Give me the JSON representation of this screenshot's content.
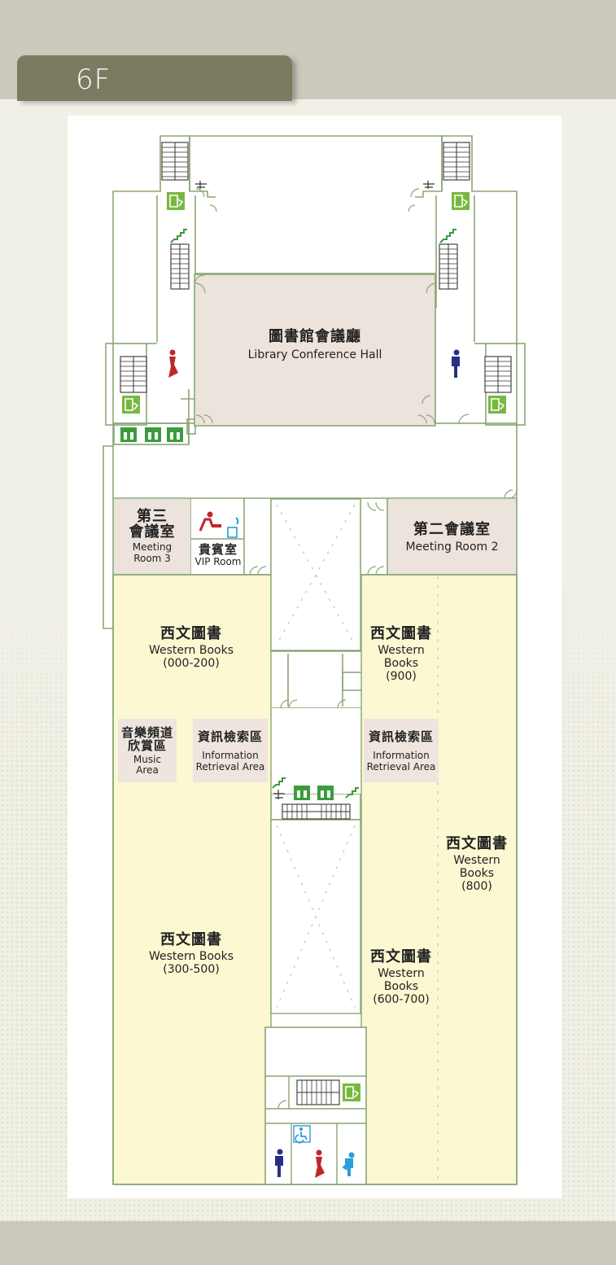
{
  "floor": "6F",
  "colors": {
    "wall": "#8ba676",
    "hall": "#ece3dd",
    "books": "#fbf8d2",
    "area_box": "#ede5de",
    "exit": "#79b83f",
    "elevator": "#3d9b3e",
    "stairs_arrow": "#3d9b3e",
    "female": "#c0262b",
    "male": "#2a2f86",
    "accessible": "#2b9dd8",
    "tab": "#7b7b62"
  },
  "rooms": {
    "conference_hall": {
      "zh": "圖書館會議廳",
      "en": "Library Conference Hall"
    },
    "meeting_room_3": {
      "zh_line1": "第三",
      "zh_line2": "會議室",
      "en_line1": "Meeting",
      "en_line2": "Room 3"
    },
    "vip_room": {
      "zh": "貴賓室",
      "en": "VIP Room"
    },
    "meeting_room_2": {
      "zh": "第二會議室",
      "en": "Meeting Room 2"
    },
    "western_books_000_200": {
      "zh": "西文圖書",
      "en": "Western Books",
      "range": "(000-200)"
    },
    "western_books_900": {
      "zh": "西文圖書",
      "en_line1": "Western",
      "en_line2": "Books",
      "range": "(900)"
    },
    "music_area": {
      "zh_line1": "音樂頻道",
      "zh_line2": "欣賞區",
      "en_line1": "Music",
      "en_line2": "Area"
    },
    "info_retrieval_left": {
      "zh": "資訊檢索區",
      "en_line1": "Information",
      "en_line2": "Retrieval Area"
    },
    "info_retrieval_right": {
      "zh": "資訊檢索區",
      "en_line1": "Information",
      "en_line2": "Retrieval Area"
    },
    "western_books_800": {
      "zh": "西文圖書",
      "en_line1": "Western",
      "en_line2": "Books",
      "range": "(800)"
    },
    "western_books_300_500": {
      "zh": "西文圖書",
      "en": "Western Books",
      "range": "(300-500)"
    },
    "western_books_600_700": {
      "zh": "西文圖書",
      "en_line1": "Western",
      "en_line2": "Books",
      "range": "(600-700)"
    }
  },
  "icons": [
    "emergency-exit-icon",
    "elevator-icon",
    "stairs-icon",
    "female-restroom-icon",
    "male-restroom-icon",
    "accessible-restroom-icon",
    "tea-room-icon",
    "water-dispenser-icon"
  ]
}
